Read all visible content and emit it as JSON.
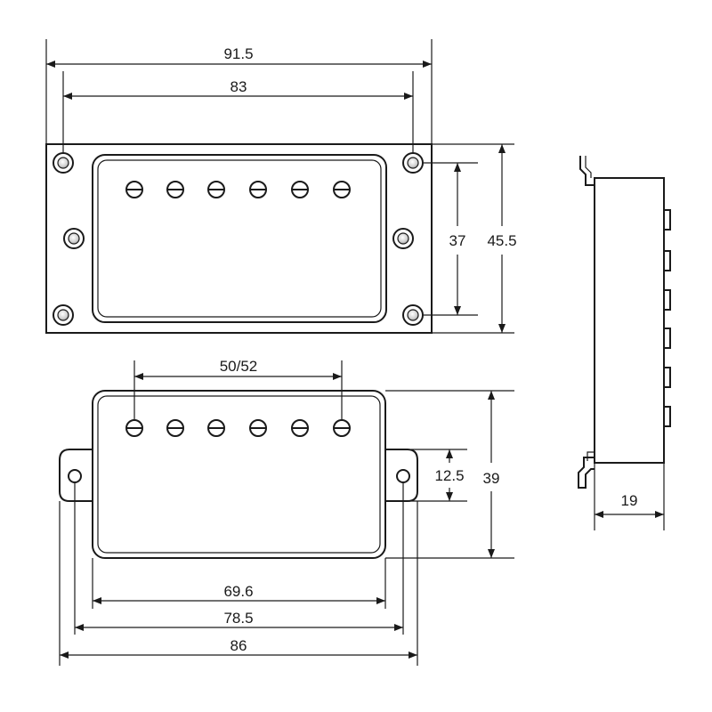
{
  "dimensions": {
    "top_outer_width": "91.5",
    "top_hole_spacing": "83",
    "top_inner_height": "37",
    "top_outer_height": "45.5",
    "pole_spacing": "50/52",
    "side_mount_hole_height": "12.5",
    "front_height": "39",
    "cover_width": "69.6",
    "mount_hole_spacing": "78.5",
    "bottom_overall_width": "86",
    "side_depth": "19"
  },
  "colors": {
    "line": "#1a1a1a",
    "background": "#ffffff"
  }
}
